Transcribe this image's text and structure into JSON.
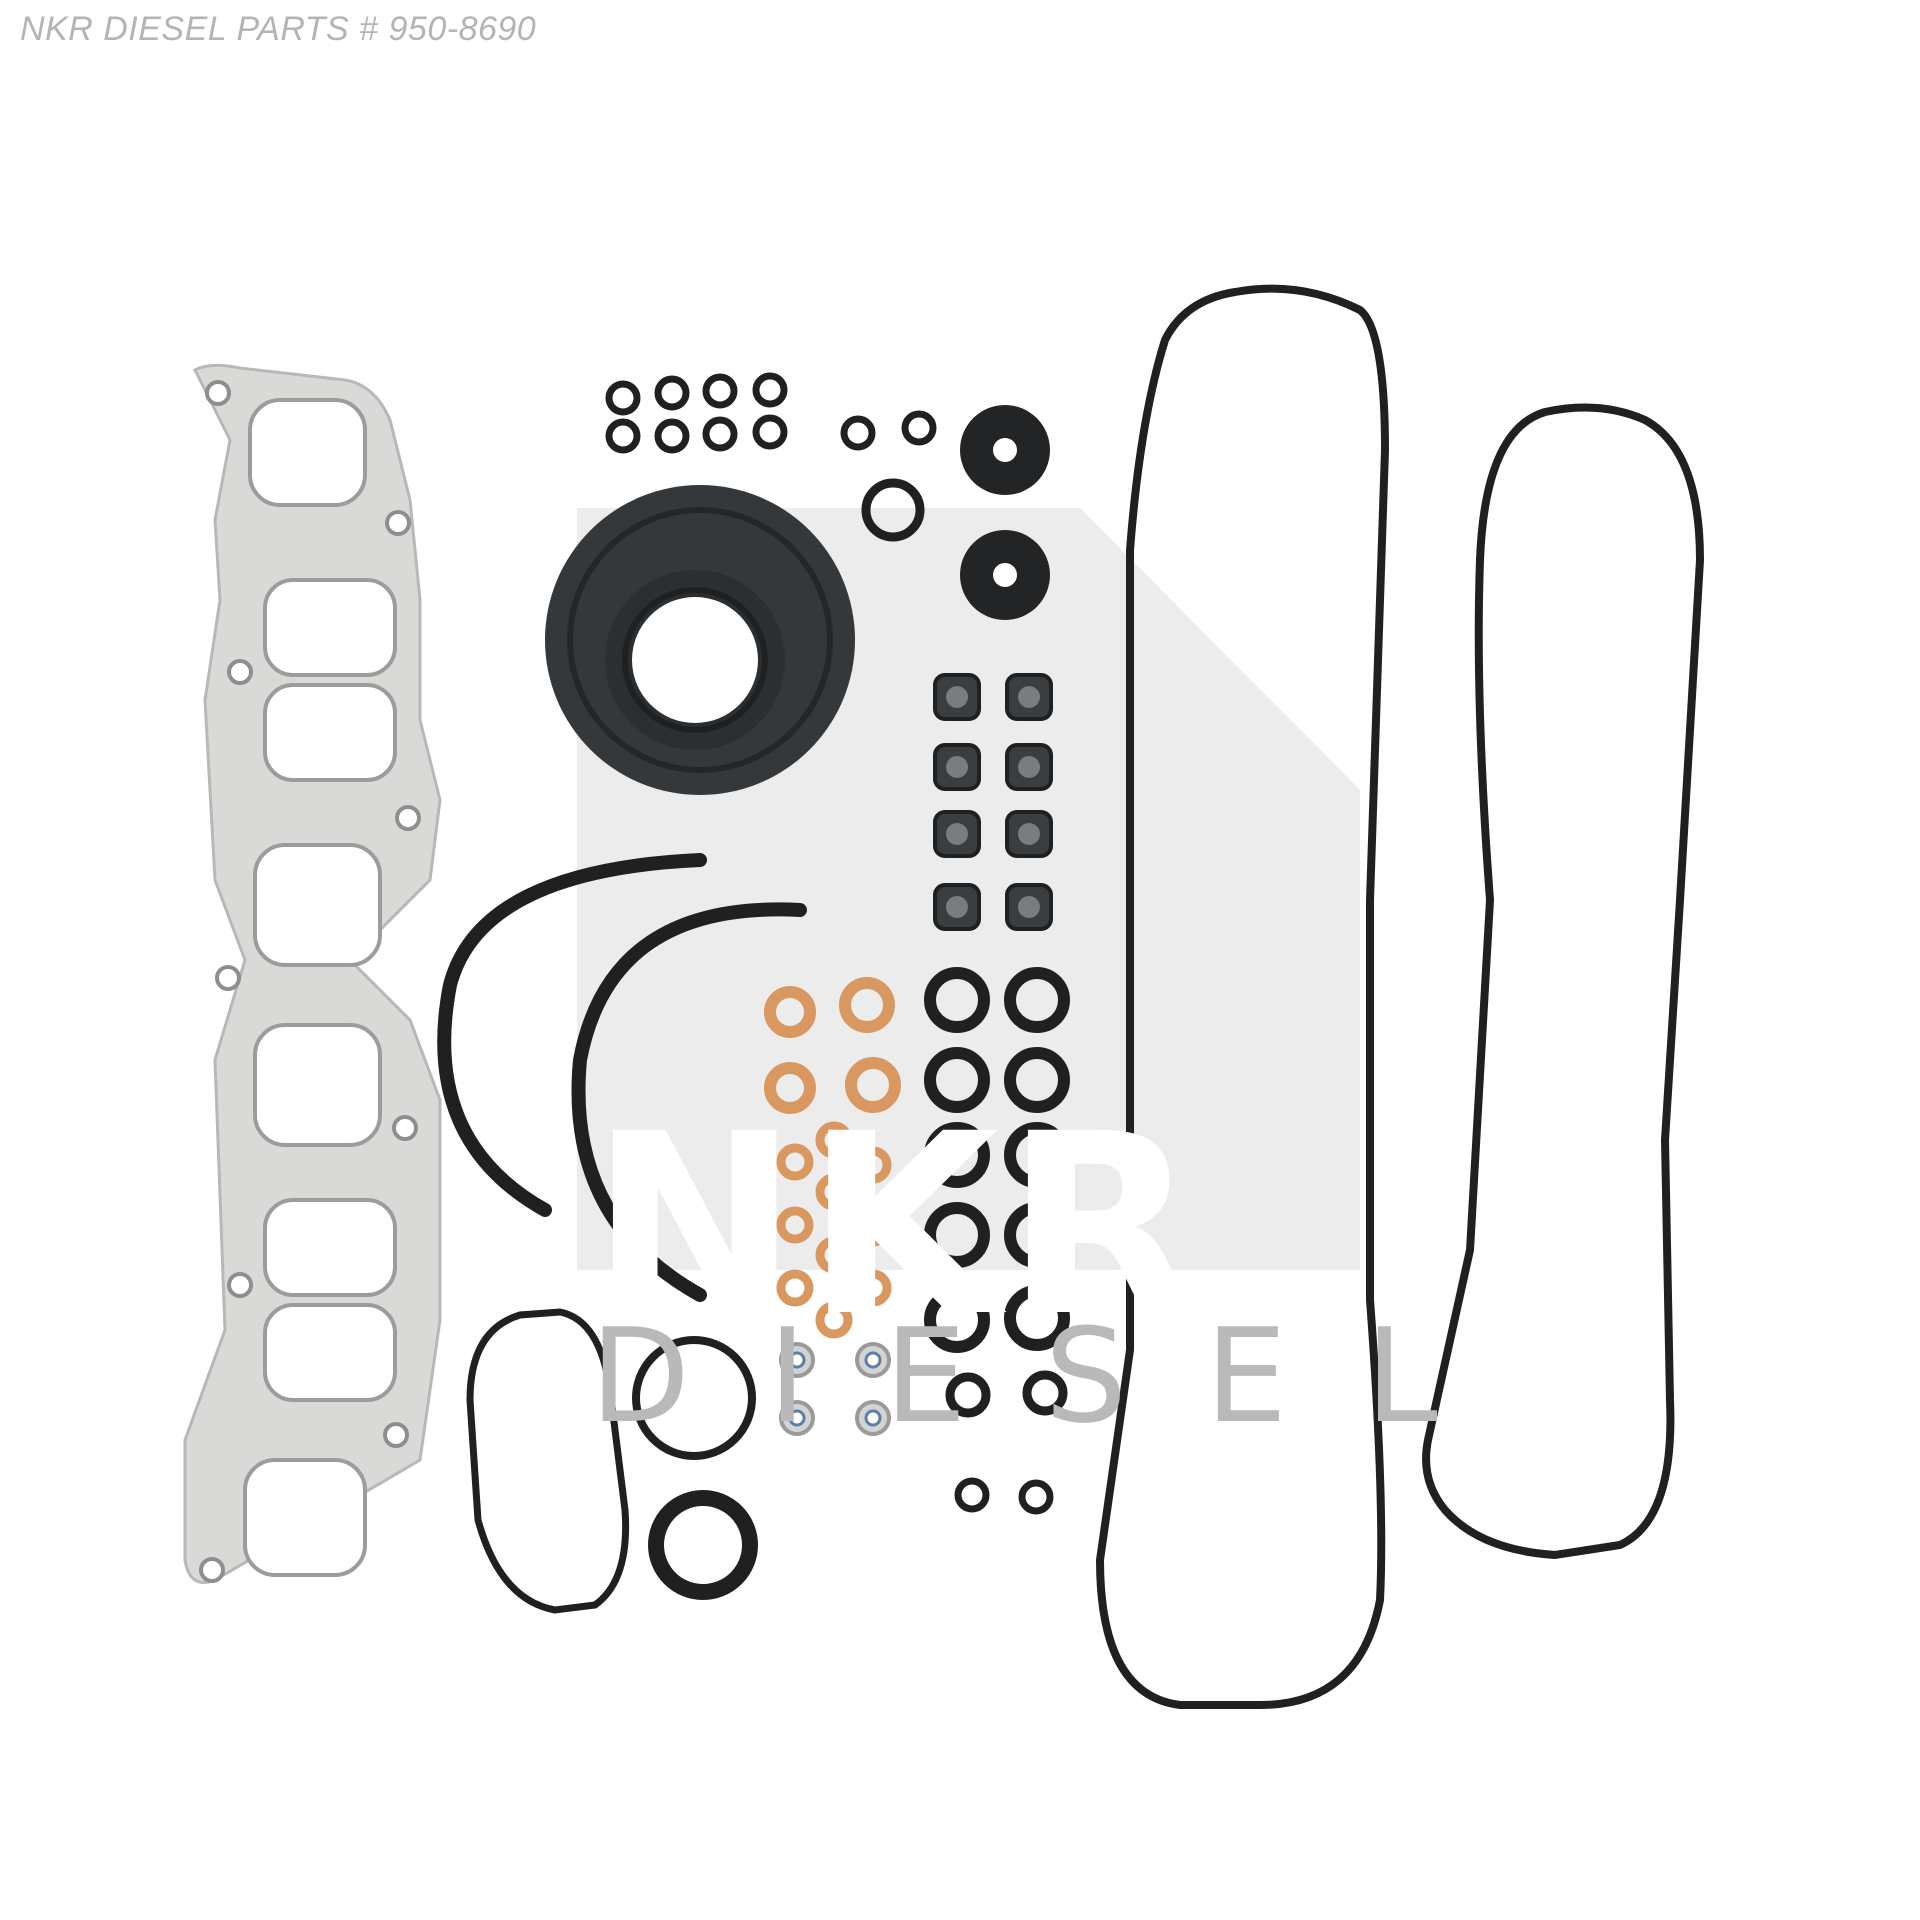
{
  "header": {
    "caption": "NKR DIESEL PARTS # 950-8690"
  },
  "watermark": {
    "brand": "NKR",
    "subbrand": "DIESEL",
    "color": "#e6e6e6"
  },
  "colors": {
    "rubber": "#1f2022",
    "copper": "#d9985f",
    "steel": "#d8d8d6",
    "background": "#ffffff"
  }
}
